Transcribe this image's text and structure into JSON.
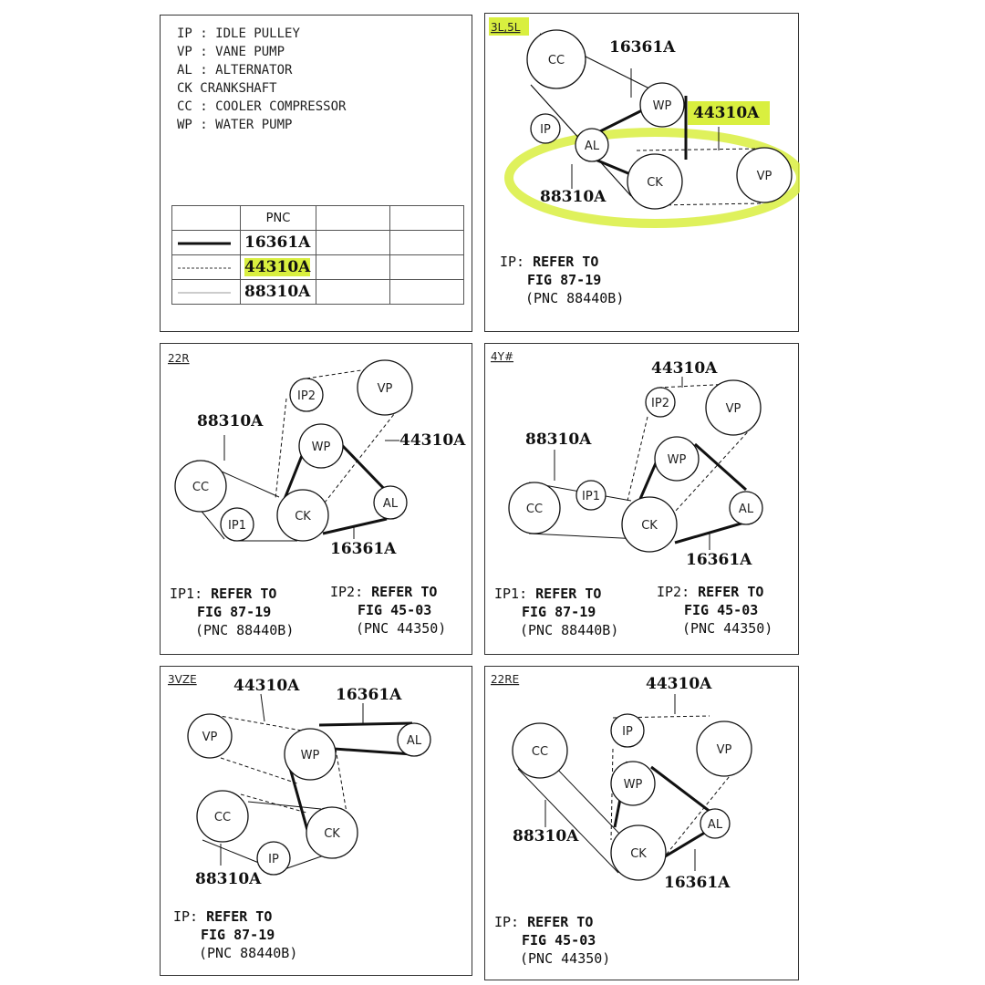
{
  "legend": {
    "items": [
      {
        "abbr": "IP",
        "sep": " : ",
        "name": "IDLE PULLEY"
      },
      {
        "abbr": "VP",
        "sep": " : ",
        "name": "VANE PUMP"
      },
      {
        "abbr": "AL",
        "sep": " : ",
        "name": "ALTERNATOR"
      },
      {
        "abbr": "CK",
        "sep": "   ",
        "name": "CRANKSHAFT"
      },
      {
        "abbr": "CC",
        "sep": " : ",
        "name": "COOLER COMPRESSOR"
      },
      {
        "abbr": "WP",
        "sep": " : ",
        "name": "WATER PUMP"
      }
    ],
    "table_header": "PNC",
    "rows": [
      {
        "style": "solid-thick",
        "pnc": "16361A"
      },
      {
        "style": "dashed",
        "pnc": "44310A",
        "highlighted": true
      },
      {
        "style": "thin",
        "pnc": "88310A"
      }
    ]
  },
  "highlight_color": "#d9ef3f",
  "diagrams": [
    {
      "id": "3l5l",
      "tag": "3L,5L",
      "pulleys": [
        "CC",
        "WP",
        "IP",
        "AL",
        "CK",
        "VP"
      ],
      "belt_labels": [
        "16361A",
        "44310A",
        "88310A"
      ],
      "note": {
        "prefix": "IP:",
        "line1": "REFER TO",
        "line2": "FIG 87-19",
        "line3": "(PNC 88440B)"
      }
    },
    {
      "id": "22r",
      "tag": "22R",
      "pulleys": [
        "IP2",
        "VP",
        "WP",
        "CC",
        "IP1",
        "CK",
        "AL"
      ],
      "belt_labels": [
        "88310A",
        "44310A",
        "16361A"
      ],
      "notes": [
        {
          "prefix": "IP1:",
          "line1": "REFER TO",
          "line2": "FIG 87-19",
          "line3": "(PNC 88440B)"
        },
        {
          "prefix": "IP2:",
          "line1": "REFER TO",
          "line2": "FIG 45-03",
          "line3": "(PNC 44350)"
        }
      ]
    },
    {
      "id": "4y",
      "tag": "4Y#",
      "pulleys": [
        "IP2",
        "VP",
        "WP",
        "CC",
        "IP1",
        "CK",
        "AL"
      ],
      "belt_labels": [
        "44310A",
        "88310A",
        "16361A"
      ],
      "notes": [
        {
          "prefix": "IP1:",
          "line1": "REFER TO",
          "line2": "FIG 87-19",
          "line3": "(PNC 88440B)"
        },
        {
          "prefix": "IP2:",
          "line1": "REFER TO",
          "line2": "FIG 45-03",
          "line3": "(PNC 44350)"
        }
      ]
    },
    {
      "id": "3vze",
      "tag": "3VZE",
      "pulleys": [
        "VP",
        "WP",
        "AL",
        "CC",
        "CK",
        "IP"
      ],
      "belt_labels": [
        "44310A",
        "16361A",
        "88310A"
      ],
      "note": {
        "prefix": "IP:",
        "line1": "REFER TO",
        "line2": "FIG 87-19",
        "line3": "(PNC 88440B)"
      }
    },
    {
      "id": "22re",
      "tag": "22RE",
      "pulleys": [
        "CC",
        "IP",
        "VP",
        "WP",
        "AL",
        "CK"
      ],
      "belt_labels": [
        "44310A",
        "88310A",
        "16361A"
      ],
      "note": {
        "prefix": "IP:",
        "line1": "REFER TO",
        "line2": "FIG 45-03",
        "line3": "(PNC 44350)"
      }
    }
  ]
}
